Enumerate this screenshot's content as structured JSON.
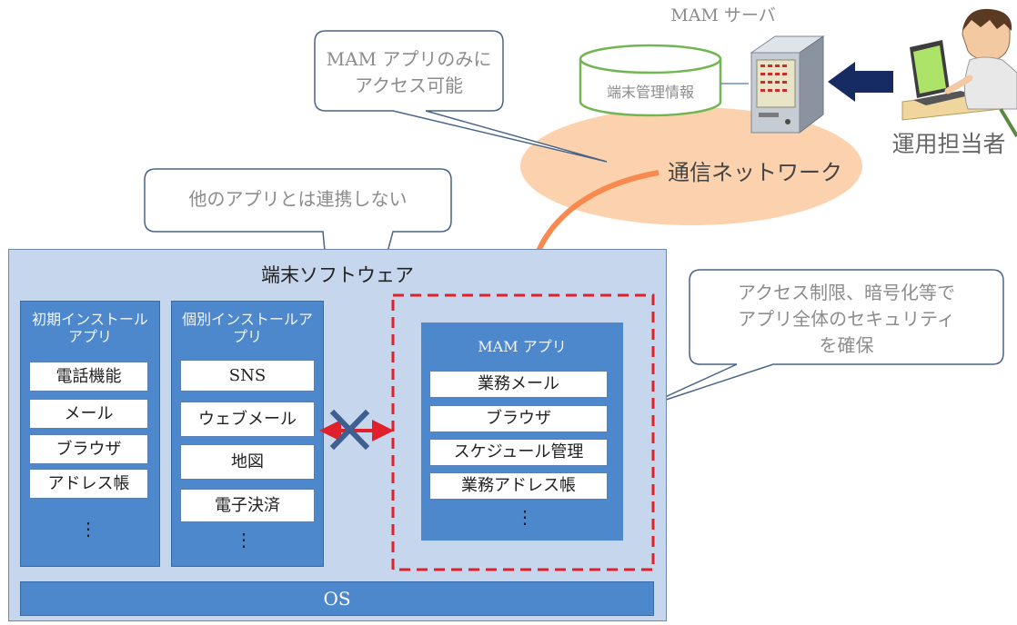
{
  "mam_server": {
    "label": "MAM サーバ",
    "db_label": "端末管理情報"
  },
  "operator": {
    "label": "運用担当者"
  },
  "network": {
    "label": "通信ネットワーク"
  },
  "callouts": {
    "mam_only": [
      "MAM アプリのみに",
      "アクセス可能"
    ],
    "no_link": "他のアプリとは連携しない",
    "security": [
      "アクセス制限、暗号化等で",
      "アプリ全体のセキュリティ",
      "を確保"
    ]
  },
  "terminal": {
    "title": "端末ソフトウェア",
    "os_label": "OS",
    "preinstalled": {
      "title": "初期インストールアプリ",
      "items": [
        "電話機能",
        "メール",
        "ブラウザ",
        "アドレス帳"
      ],
      "more": "⋮"
    },
    "individual": {
      "title": "個別インストールアプリ",
      "items": [
        "SNS",
        "ウェブメール",
        "地図",
        "電子決済"
      ],
      "more": "⋮"
    },
    "mam_app": {
      "title": "MAM アプリ",
      "items": [
        "業務メール",
        "ブラウザ",
        "スケジュール管理",
        "業務アドレス帳"
      ],
      "more": "⋮"
    }
  },
  "colors": {
    "terminal_bg": "#c6d6ec",
    "app_blue": "#4d87cc",
    "network_ellipse": "#fbd2ad",
    "orange_arrow": "#f9894e",
    "red_dashed": "#e0202a",
    "db_green": "#72b653",
    "brick": "#7a1f1f",
    "navy_arrow": "#172b63"
  },
  "icons": [
    "server-icon",
    "database-icon",
    "operator-person-icon",
    "brick-wall-icon",
    "blocked-x-icon"
  ]
}
